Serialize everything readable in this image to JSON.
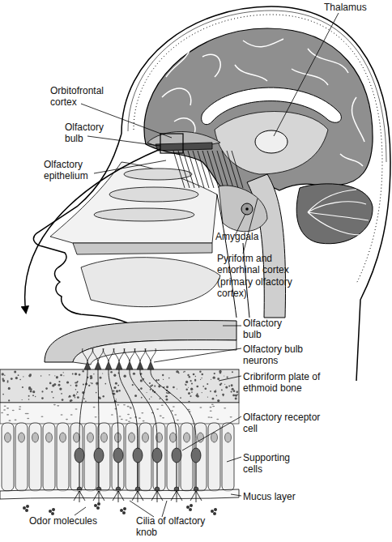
{
  "diagram": {
    "labels": [
      "Thalamus",
      "Orbitofrontal cortex",
      "Olfactory bulb",
      "Olfactory epithelium",
      "Amygdala",
      "Pyriform and entorhinal cortex (primary olfactory cortex)",
      "Olfactory bulb",
      "Olfactory bulb neurons",
      "Cribriform plate of ethmoid bone",
      "Olfactory receptor cell",
      "Supporting cells",
      "Mucus layer",
      "Odor molecules",
      "Cilia of olfactory knob"
    ]
  }
}
